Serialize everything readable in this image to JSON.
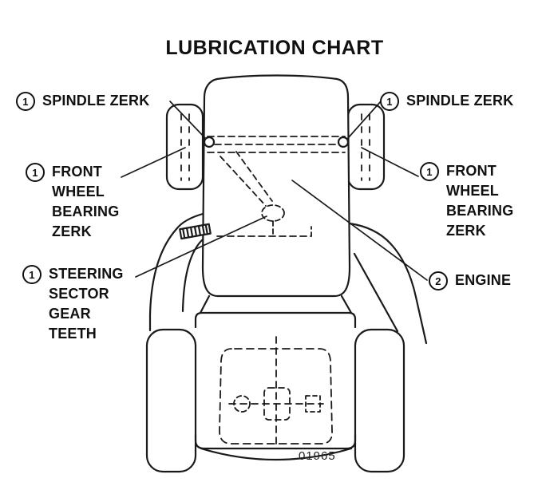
{
  "title": "LUBRICATION CHART",
  "figure_number": "01965",
  "labels": {
    "spindle_left": {
      "num": "1",
      "text": "SPINDLE ZERK"
    },
    "spindle_right": {
      "num": "1",
      "text": "SPINDLE ZERK"
    },
    "front_wheel_left": {
      "num": "1",
      "text": "FRONT\nWHEEL\nBEARING\nZERK"
    },
    "front_wheel_right": {
      "num": "1",
      "text": "FRONT\nWHEEL\nBEARING\nZERK"
    },
    "steering": {
      "num": "1",
      "text": "STEERING\nSECTOR\nGEAR\nTEETH"
    },
    "engine": {
      "num": "2",
      "text": "ENGINE"
    }
  },
  "colors": {
    "line": "#1a1a1a",
    "background": "#ffffff"
  }
}
